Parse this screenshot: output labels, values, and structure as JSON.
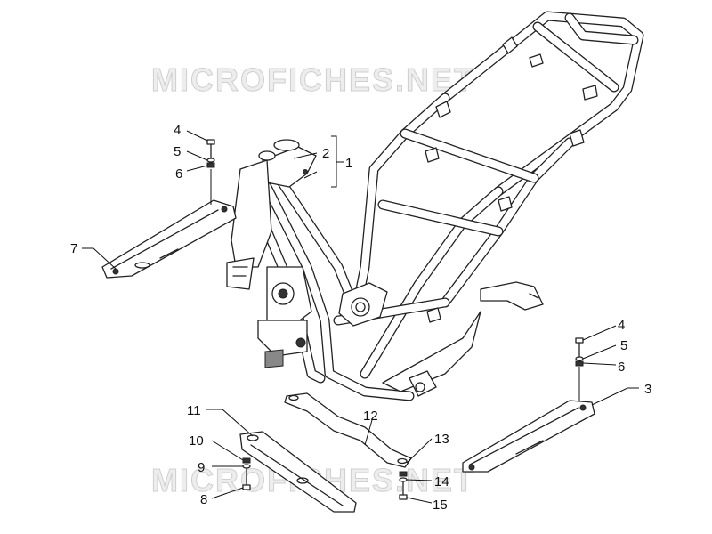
{
  "watermark": {
    "top": "MICROFICHES.NET",
    "bottom": "MICROFICHES.NET"
  },
  "callouts": {
    "c1": "1",
    "c2": "2",
    "c3": "3",
    "c4_left": "4",
    "c5_left": "5",
    "c6_left": "6",
    "c4_right": "4",
    "c5_right": "5",
    "c6_right": "6",
    "c7": "7",
    "c8": "8",
    "c9": "9",
    "c10": "10",
    "c11": "11",
    "c12": "12",
    "c13": "13",
    "c14": "14",
    "c15": "15"
  }
}
